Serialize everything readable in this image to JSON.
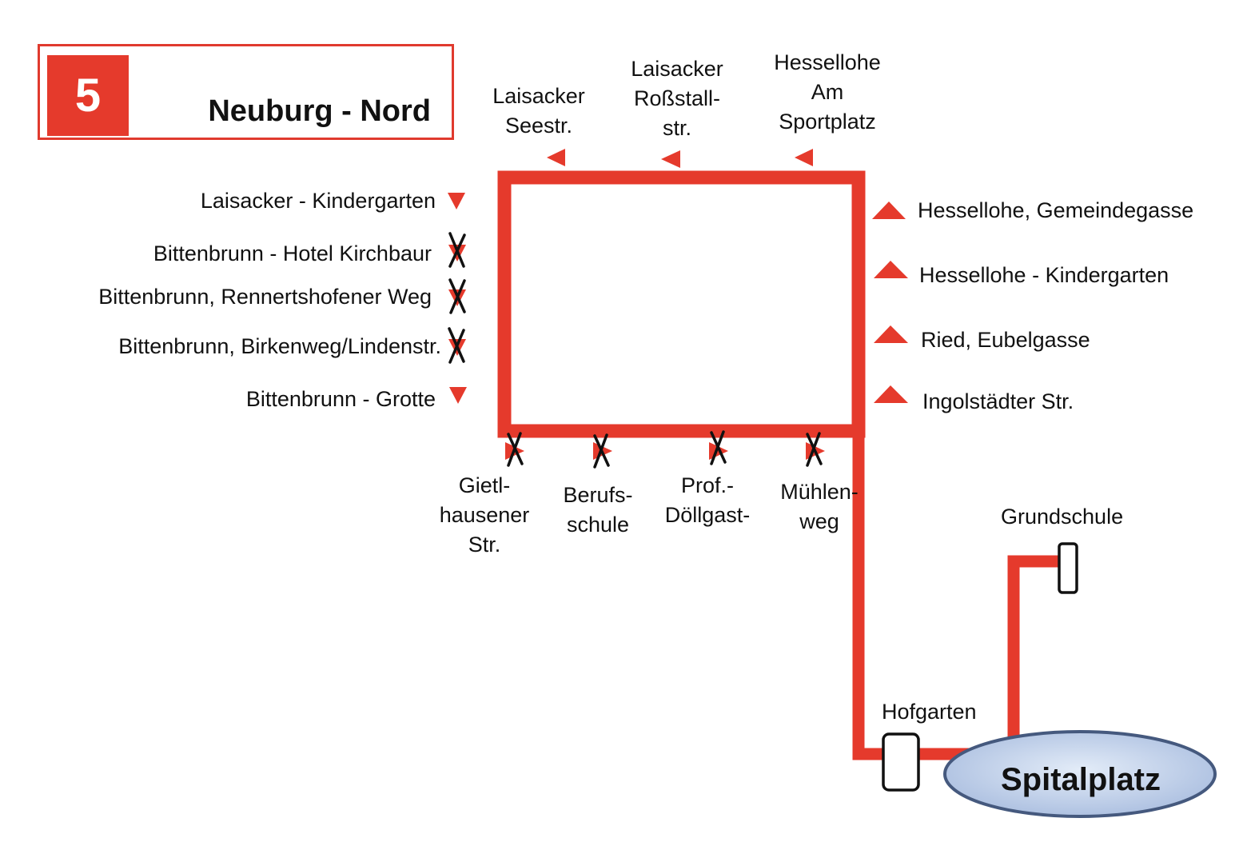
{
  "header": {
    "line_number": "5",
    "line_name": "Neuburg - Nord"
  },
  "stops": {
    "top": [
      {
        "id": "laisacker-seestr",
        "label": "Laisacker\nSeestr."
      },
      {
        "id": "laisacker-rossstall",
        "label": "Laisacker\nRoßstall-\nstr."
      },
      {
        "id": "hessellohe-sportplatz",
        "label": "Hessellohe\nAm\nSportplatz"
      }
    ],
    "left": [
      {
        "id": "laisacker-kindergarten",
        "label": "Laisacker - Kindergarten",
        "cancelled": false
      },
      {
        "id": "hotel-kirchbaur",
        "label": "Bittenbrunn  - Hotel Kirchbaur",
        "cancelled": true
      },
      {
        "id": "rennertshofener-weg",
        "label": "Bittenbrunn, Rennertshofener  Weg",
        "cancelled": true
      },
      {
        "id": "birkenweg",
        "label": "Bittenbrunn, Birkenweg/Lindenstr.",
        "cancelled": true
      },
      {
        "id": "grotte",
        "label": "Bittenbrunn  - Grotte",
        "cancelled": false
      }
    ],
    "right": [
      {
        "id": "gemeindegasse",
        "label": "Hessellohe, Gemeindegasse"
      },
      {
        "id": "hessellohe-kindergarten",
        "label": "Hessellohe  - Kindergarten"
      },
      {
        "id": "eubelgasse",
        "label": "Ried, Eubelgasse"
      },
      {
        "id": "ingolstaedter",
        "label": "Ingolstädter Str."
      }
    ],
    "bottom": [
      {
        "id": "gietlhausener",
        "label": "Gietl-\nhausener\nStr.",
        "cancelled": true
      },
      {
        "id": "berufsschule",
        "label": "Berufs-\nschule",
        "cancelled": true
      },
      {
        "id": "doellgast",
        "label": "Prof.-\nDöllgast-",
        "cancelled": true
      },
      {
        "id": "muehlenweg",
        "label": "Mühlen-\nweg",
        "cancelled": true
      }
    ],
    "terminals": {
      "hofgarten": "Hofgarten",
      "grundschule": "Grundschule",
      "spitalplatz": "Spitalplatz"
    }
  },
  "colors": {
    "route": "#e53a2c",
    "header_border": "#e03a2e",
    "terminal_fill_center": "#e3ecf8",
    "terminal_fill_edge": "#a9bddf",
    "terminal_stroke": "#45597e"
  }
}
